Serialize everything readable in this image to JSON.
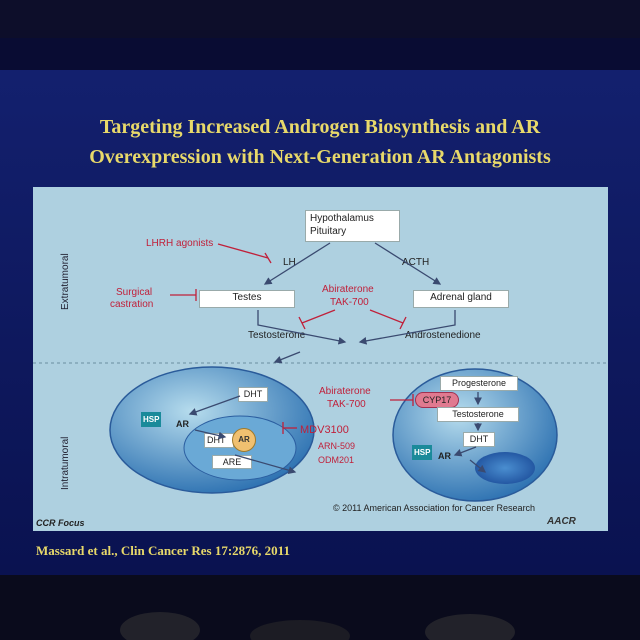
{
  "slide": {
    "title_line1": "Targeting Increased Androgen Biosynthesis and AR",
    "title_line2": "Overexpression with Next-Generation AR Antagonists",
    "citation": "Massard et al., Clin  Cancer Res 17:2876,  2011"
  },
  "figure": {
    "zone_extratumoral": "Extratumoral",
    "zone_intratumoral": "Intratumoral",
    "hypothalamus_line1": "Hypothalamus",
    "hypothalamus_line2": "Pituitary",
    "lhrh": "LHRH agonists",
    "lh": "LH",
    "acth": "ACTH",
    "surgical_line1": "Surgical",
    "surgical_line2": "castration",
    "testes": "Testes",
    "abiraterone": "Abiraterone",
    "tak700": "TAK-700",
    "adrenal": "Adrenal gland",
    "testosterone": "Testosterone",
    "androstenedione": "Androstenedione",
    "dht": "DHT",
    "hsp": "HSP",
    "ar": "AR",
    "are": "ARE",
    "mdv3100": "MDV3100",
    "arn509": "ARN-509",
    "odm201": "ODM201",
    "abiraterone2": "Abiraterone",
    "tak700_2": "TAK-700",
    "cyp17": "CYP17",
    "progesterone": "Progesterone",
    "testosterone2": "Testosterone",
    "dht2": "DHT",
    "copyright": "© 2011 American Association for Cancer Research",
    "ccr": "CCR Focus",
    "aacr": "AACR"
  },
  "colors": {
    "title": "#e8d96a",
    "inhibitor": "#c0203a",
    "panel": "#aed0e0"
  }
}
